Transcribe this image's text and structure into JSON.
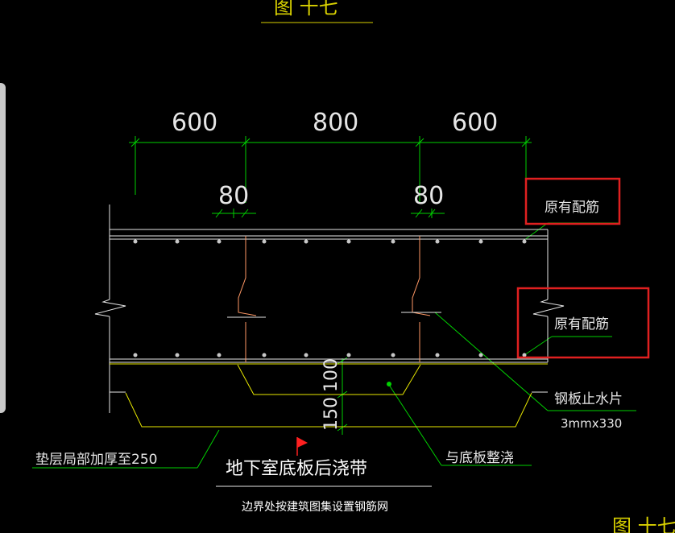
{
  "drawing": {
    "header_label": "图 十七",
    "footer_label": "图 十七"
  },
  "dimensions": {
    "top_left": "600",
    "top_middle": "800",
    "top_right": "600",
    "offset_left": "80",
    "offset_right": "80",
    "depth_upper": "100",
    "depth_lower": "150"
  },
  "annotations": {
    "existing_rebar_top": "原有配筋",
    "existing_rebar_bottom": "原有配筋",
    "waterstop_name": "钢板止水片",
    "waterstop_size": "3mmx330",
    "cushion_note": "垫层局部加厚至250",
    "pour_with_slab": "与底板整浇",
    "main_title": "地下室底板后浇带",
    "subtitle": "边界处按建筑图集设置钢筋网"
  },
  "colors": {
    "background": "#000000",
    "dimension": "#00d000",
    "outline": "#e6e6e6",
    "cushion": "#e8e800",
    "rebar_link": "#ff9966",
    "highlight_box": "#e02020",
    "flag": "#ff2020",
    "title_header": "#d8d000"
  }
}
